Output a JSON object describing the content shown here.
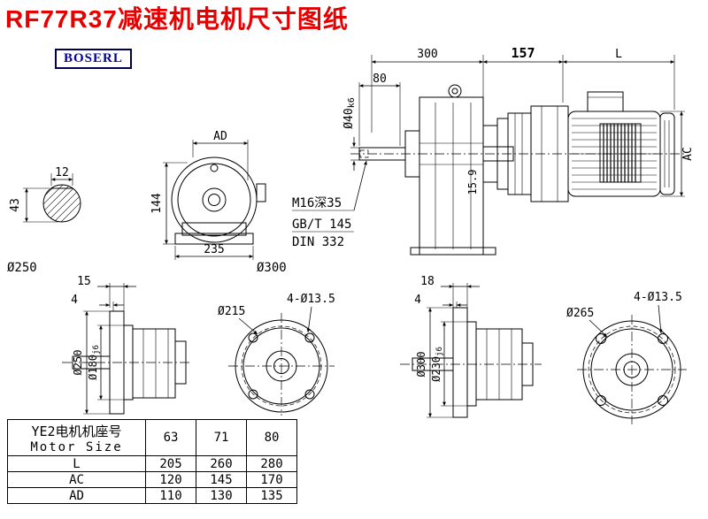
{
  "page": {
    "title": "RF77R37减速机电机尺寸图纸",
    "brand": "BOSERL"
  },
  "labels": {
    "flange_left": "Ø250",
    "flange_right": "Ø300"
  },
  "shaft_section": {
    "width": "12",
    "height": "43"
  },
  "front_view": {
    "ad": "AD",
    "h144": "144",
    "w235": "235"
  },
  "side_view": {
    "d300": "300",
    "d157": "157",
    "dL": "L",
    "d80": "80",
    "shaft_d": "Ø40",
    "shaft_tol": "k6",
    "ac": "AC",
    "d159": "15.9",
    "note1": "M16深35",
    "note2": "GB/T 145",
    "note3": "DIN 332"
  },
  "flange_view_small": {
    "d15": "15",
    "d4": "4",
    "od": "Ø250",
    "spigot_d": "Ø180",
    "spigot_tol": "j6",
    "bolt_circle": "Ø215",
    "holes": "4-Ø13.5"
  },
  "flange_view_large": {
    "d18": "18",
    "d4": "4",
    "od": "Ø300",
    "spigot_d": "Ø230",
    "spigot_tol": "j6",
    "bolt_circle": "Ø265",
    "holes": "4-Ø13.5"
  },
  "table": {
    "header_cn": "YE2电机机座号",
    "header_en": "Motor Size",
    "sizes": [
      "63",
      "71",
      "80"
    ],
    "rows": [
      {
        "label": "L",
        "values": [
          "205",
          "260",
          "280"
        ]
      },
      {
        "label": "AC",
        "values": [
          "120",
          "145",
          "170"
        ]
      },
      {
        "label": "AD",
        "values": [
          "110",
          "130",
          "135"
        ]
      }
    ]
  }
}
